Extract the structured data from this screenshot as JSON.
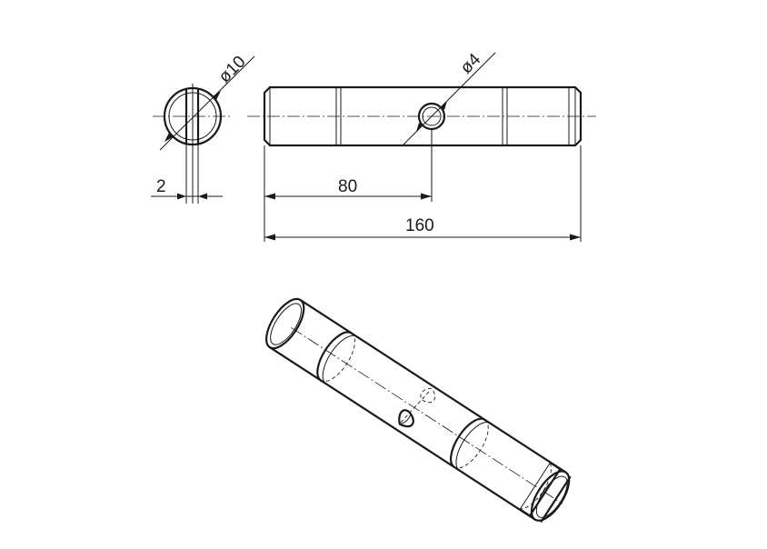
{
  "drawing": {
    "dimensions": {
      "diameter_shaft": "ø10",
      "diameter_hole": "ø4",
      "slot_width": "2",
      "hole_position": "80",
      "overall_length": "160"
    }
  }
}
